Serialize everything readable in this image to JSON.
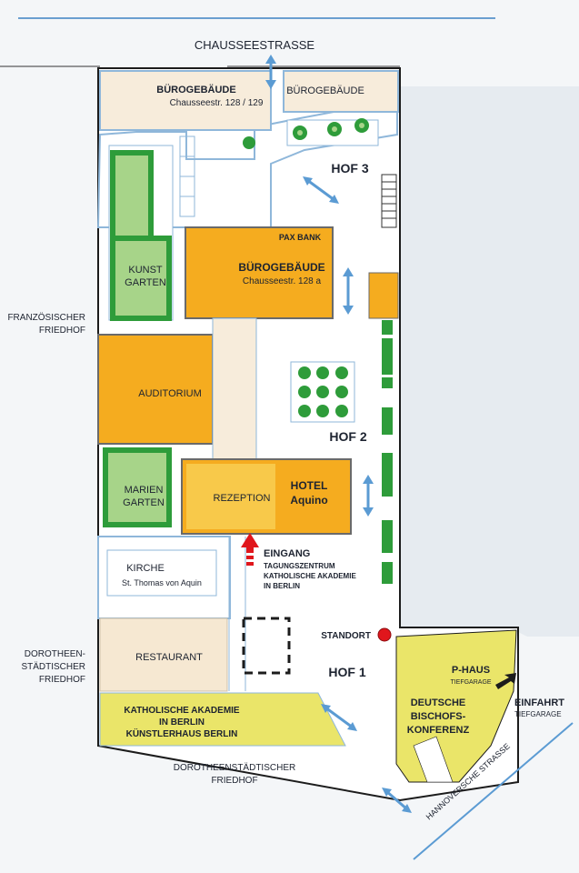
{
  "streets": {
    "north": "CHAUSSEESTRASSE",
    "south_east": "HANNOVERSCHE STRASSE"
  },
  "cemeteries": {
    "west_top": [
      "FRANZÖSISCHER",
      "FRIEDHOF"
    ],
    "west_bottom": [
      "DOROTHEEN-",
      "STÄDTISCHER",
      "FRIEDHOF"
    ],
    "south": [
      "DOROTHEENSTÄDTISCHER",
      "FRIEDHOF"
    ]
  },
  "buildings": {
    "office_nw": {
      "name": "BÜROGEBÄUDE",
      "address": "Chausseestr. 128 / 129"
    },
    "office_ne": {
      "name": "BÜROGEBÄUDE"
    },
    "office_center": {
      "bank": "PAX BANK",
      "name": "BÜROGEBÄUDE",
      "address": "Chausseestr. 128 a"
    },
    "kunstgarten": [
      "KUNST",
      "GARTEN"
    ],
    "auditorium": "AUDITORIUM",
    "mariengarten": [
      "MARIEN",
      "GARTEN"
    ],
    "rezeption": "REZEPTION",
    "hotel": [
      "HOTEL",
      "Aquino"
    ],
    "kirche": {
      "name": "KIRCHE",
      "subtitle": "St. Thomas von Aquin"
    },
    "restaurant": "RESTAURANT",
    "akademie": [
      "KATHOLISCHE AKADEMIE",
      "IN BERLIN",
      "KÜNSTLERHAUS BERLIN"
    ],
    "konferenz": [
      "DEUTSCHE",
      "BISCHOFS-",
      "KONFERENZ"
    ],
    "phaus": {
      "name": "P-HAUS",
      "sub": "TIEFGARAGE"
    }
  },
  "courtyards": [
    "HOF 3",
    "HOF 2",
    "HOF 1"
  ],
  "entrance": {
    "title": "EINGANG",
    "lines": [
      "TAGUNGSZENTRUM",
      "KATHOLISCHE AKADEMIE",
      "IN BERLIN"
    ]
  },
  "standort": "STANDORT",
  "einfahrt": {
    "title": "EINFAHRT",
    "sub": "TIEFGARAGE"
  },
  "colors": {
    "building_orange": "#f5ac1f",
    "building_light": "#f8c94a",
    "garden_green": "#2e9c3a",
    "garden_light": "#a7d489",
    "yellow_block": "#eae569",
    "outline": "#8fb7da",
    "arrow_blue": "#5b9bd3",
    "standort_red": "#e0161c",
    "entrance_red": "#e0161c"
  }
}
